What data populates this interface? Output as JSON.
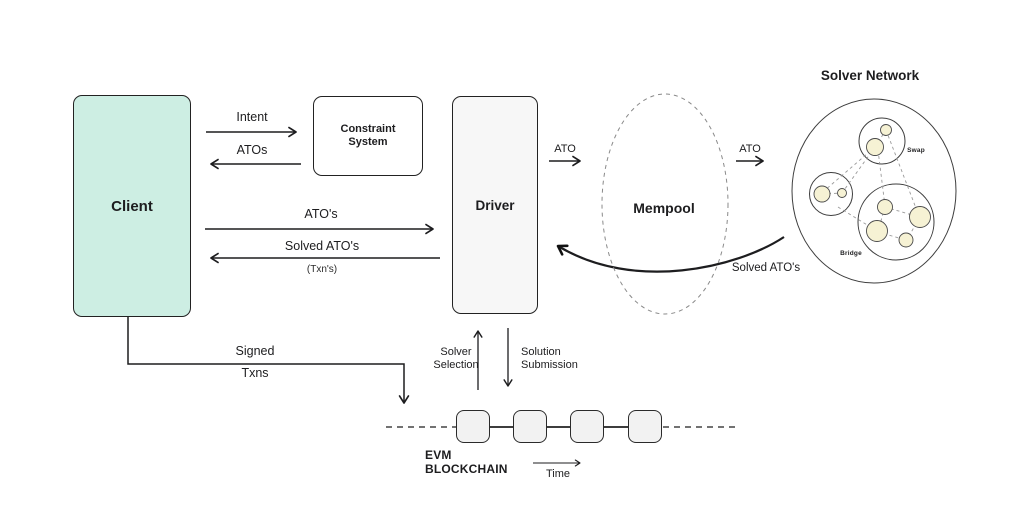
{
  "nodes": {
    "client": {
      "label": "Client"
    },
    "constraint_system": {
      "line1": "Constraint",
      "line2": "System"
    },
    "driver": {
      "label": "Driver"
    },
    "mempool": {
      "label": "Mempool"
    },
    "solver_network": {
      "title": "Solver Network",
      "swap_label": "Swap",
      "bridge_label": "Bridge"
    },
    "evm_blockchain": {
      "line1": "EVM",
      "line2": "BLOCKCHAIN",
      "block_count": 4
    }
  },
  "edges": {
    "intent": {
      "label": "Intent"
    },
    "atos_return": {
      "label": "ATOs"
    },
    "atos_to_driver": {
      "label": "ATO's"
    },
    "solved_atos_to_client": {
      "label": "Solved ATO's",
      "sublabel": "(Txn's)"
    },
    "ato_driver_to_mempool": {
      "label": "ATO"
    },
    "ato_mempool_to_solver": {
      "label": "ATO"
    },
    "solved_atos_from_solver": {
      "label": "Solved ATO's"
    },
    "signed_txns": {
      "line1": "Signed",
      "line2": "Txns"
    },
    "solver_selection": {
      "line1": "Solver",
      "line2": "Selection"
    },
    "solution_submission": {
      "line1": "Solution",
      "line2": "Submission"
    },
    "time": {
      "label": "Time"
    }
  },
  "colors": {
    "client_fill": "#cdeee3",
    "driver_fill": "#f7f7f7",
    "block_fill": "#f2f2f2",
    "solver_node_fill": "#f6f2d4",
    "line_color": "#1d1d1f",
    "dashed_color": "#8a8a8a"
  }
}
